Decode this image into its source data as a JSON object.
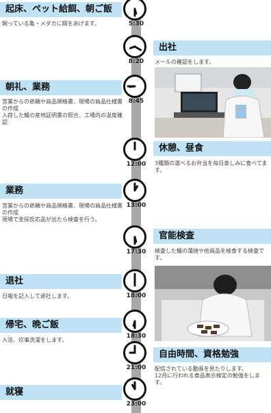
{
  "schedule": [
    {
      "time": "5:30",
      "title": "起床、ペット給餌、朝ご飯",
      "desc": "飼っている亀・メダカに餌をあげます。",
      "side": "left"
    },
    {
      "time": "8:20",
      "title": "出社",
      "desc": "メールの確認をします。",
      "side": "right"
    },
    {
      "time": "8:45",
      "title": "朝礼、業務",
      "desc": "営業からの依頼や商品規格書、現場の商品仕様書の作成\n入荷した鰻の産地証明書の照合、工場内の温度確認",
      "side": "left"
    },
    {
      "time": "12:00",
      "title": "休憩、昼食",
      "desc": "3種類の選べるお弁当を毎日楽しみに食べてます。",
      "side": "right"
    },
    {
      "time": "13:00",
      "title": "業務",
      "desc": "営業からの依頼や商品規格書、現場の商品仕様書の作成\n現場で金探反応品が出たら検査を行う。",
      "side": "left"
    },
    {
      "time": "17:30",
      "title": "官能検査",
      "desc": "検査した鰻の蒲焼や他商品を検食する検査です。",
      "side": "right"
    },
    {
      "time": "18:00",
      "title": "退社",
      "desc": "日報を記入して退社します。",
      "side": "left"
    },
    {
      "time": "18:30",
      "title": "帰宅、晩ご飯",
      "desc": "入浴、炊事洗濯をします。",
      "side": "left"
    },
    {
      "time": "21:00",
      "title": "自由時間、資格勉強",
      "desc": "配信されている動画を見たりします。\n12月に行われる食品表示検定の勉強をします。",
      "side": "right"
    },
    {
      "time": "23:00",
      "title": "就寝",
      "desc": "",
      "side": "left"
    }
  ],
  "clock_times": [
    "5:30",
    "8:20",
    "8:45",
    "12:00",
    "13:00",
    "17:30",
    "18:00",
    "18:30",
    "21:00",
    "23:00"
  ],
  "colors": {
    "heading_bg": "#bfe3f5",
    "bar": "#a9a9a9",
    "clock": "#111111"
  }
}
